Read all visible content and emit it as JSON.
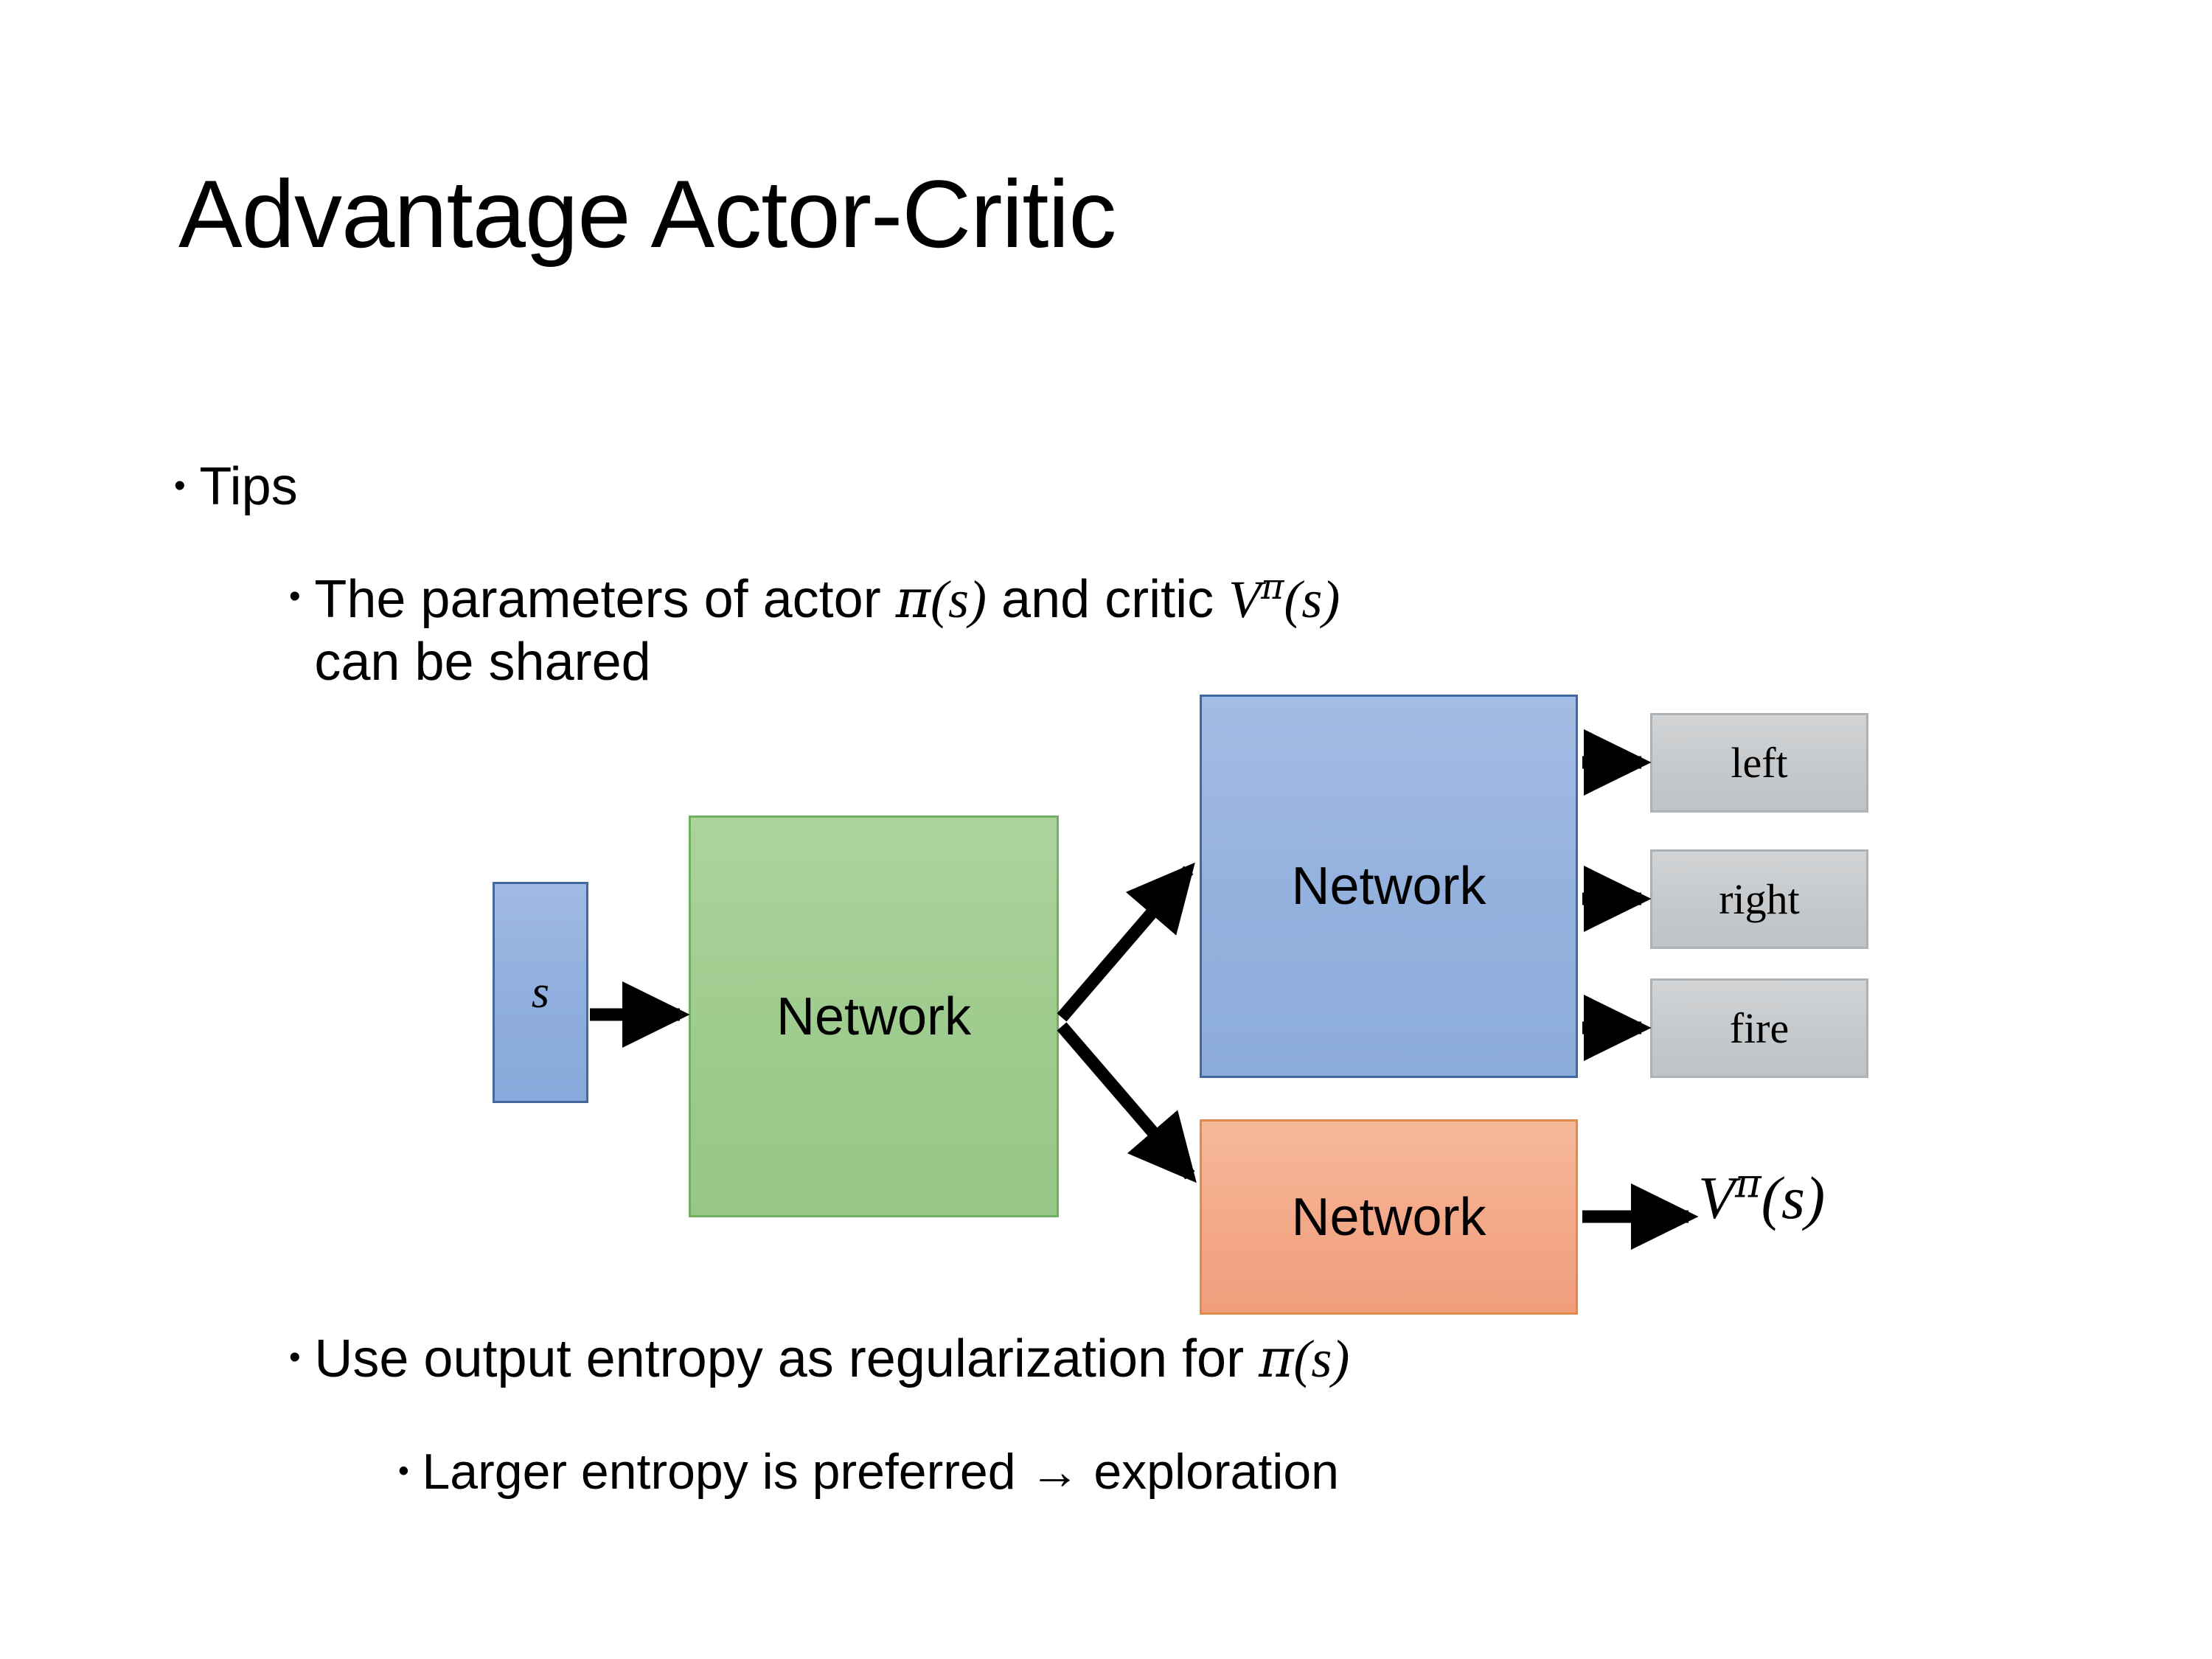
{
  "slide": {
    "title": "Advantage Actor-Critic",
    "background_color": "#ffffff"
  },
  "bullets": {
    "tips": "Tips",
    "params_line1_a": "The parameters of actor ",
    "params_pi": "π",
    "params_paren_s_1": "(s)",
    "params_line1_b": "  and critic ",
    "params_V": "V",
    "params_sup_pi": "π",
    "params_paren_s_2": "(s)",
    "params_line2": "can be shared",
    "entropy_a": "Use output entropy as regularization for ",
    "entropy_pi": "π",
    "entropy_paren_s": "(s)",
    "larger": "Larger entropy is preferred → exploration",
    "bullet_glyph": "•"
  },
  "diagram": {
    "input_label": "s",
    "shared_network_label": "Network",
    "actor_network_label": "Network",
    "critic_network_label": "Network",
    "action_outputs": [
      {
        "label": "left"
      },
      {
        "label": "right"
      },
      {
        "label": "fire"
      }
    ],
    "value_output": {
      "V": "V",
      "sup": "π",
      "arg": "(s)"
    },
    "colors": {
      "input_box_fill": "#93B1DD",
      "input_box_border": "#41699B",
      "shared_box_fill": "#9ECB8E",
      "shared_box_border": "#71B062",
      "actor_box_fill": "#93B1DD",
      "actor_box_border": "#40699E",
      "critic_box_fill": "#F3A888",
      "critic_box_border": "#E08B49",
      "output_box_fill": "#C6C9CB",
      "output_box_border": "#AEB2B5",
      "arrow_color": "#000000",
      "text_color": "#000000"
    }
  }
}
